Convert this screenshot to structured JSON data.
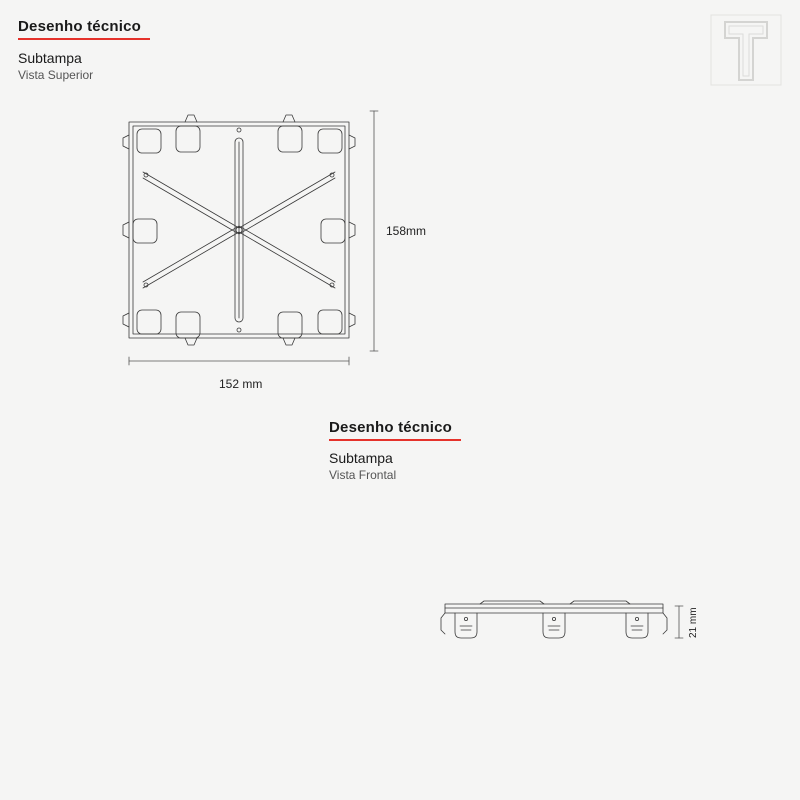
{
  "colors": {
    "accent": "#e5322b",
    "line": "#3a3a3a",
    "background": "#f5f5f4"
  },
  "logo": {
    "icon": "brand-t-logo-icon",
    "letter": "T"
  },
  "top_section": {
    "title": "Desenho técnico",
    "part": "Subtampa",
    "view": "Vista Superior",
    "dim_height": "158mm",
    "dim_width": "152 mm"
  },
  "front_section": {
    "title": "Desenho técnico",
    "part": "Subtampa",
    "view": "Vista Frontal",
    "dim_height": "21 mm"
  }
}
